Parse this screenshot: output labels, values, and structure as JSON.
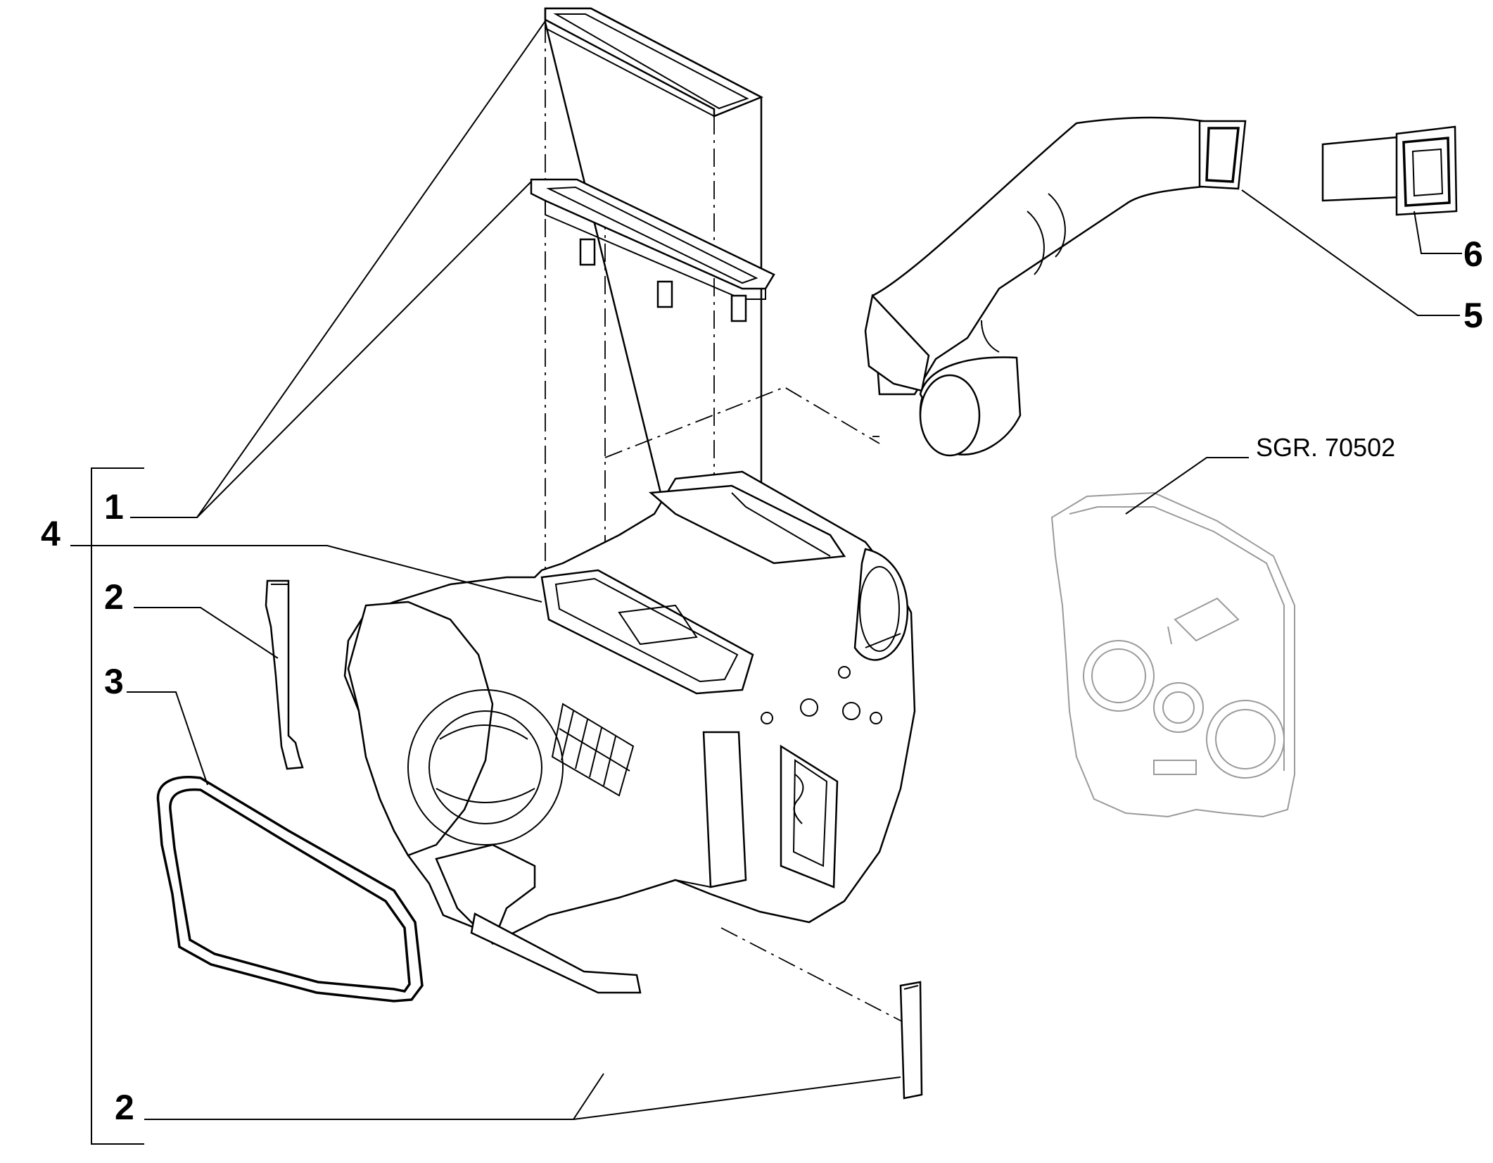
{
  "diagram": {
    "type": "exploded-parts-view",
    "callouts": [
      {
        "id": "c1",
        "label": "1"
      },
      {
        "id": "c2a",
        "label": "2"
      },
      {
        "id": "c2b",
        "label": "2"
      },
      {
        "id": "c3",
        "label": "3"
      },
      {
        "id": "c4",
        "label": "4"
      },
      {
        "id": "c5",
        "label": "5"
      },
      {
        "id": "c6",
        "label": "6"
      }
    ],
    "reference": "SGR. 70502"
  }
}
